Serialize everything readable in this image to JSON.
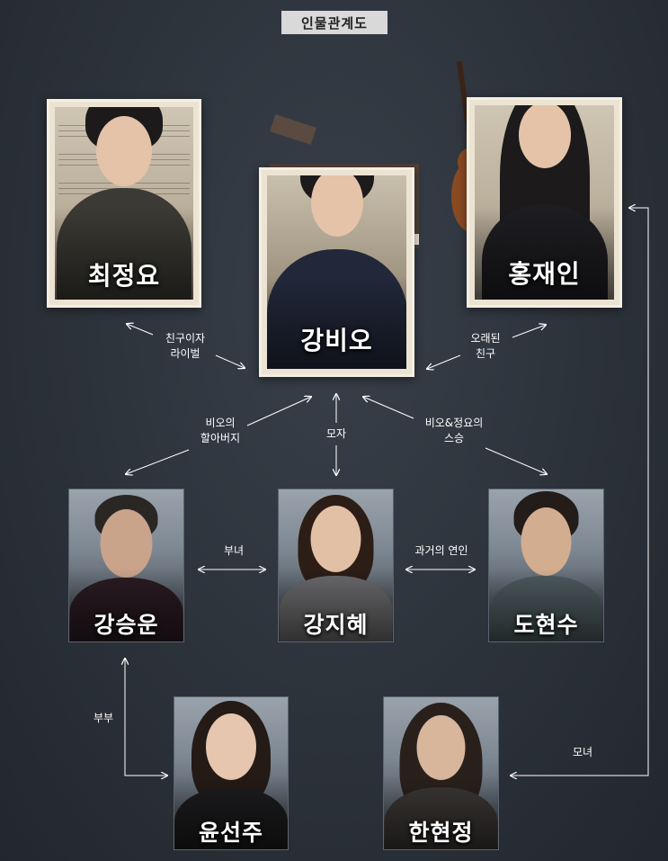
{
  "title": "인물관계도",
  "characters": {
    "choi_jeongyo": "최정요",
    "kang_bio": "강비오",
    "hong_jaein": "홍재인",
    "kang_seungun": "강승운",
    "kang_jihye": "강지혜",
    "do_hyeonsu": "도현수",
    "yun_seonju": "윤선주",
    "han_hyeonjeong": "한현정"
  },
  "relations": {
    "friend_rival_1": "친구이자",
    "friend_rival_2": "라이벌",
    "old_friend_1": "오래된",
    "old_friend_2": "친구",
    "grandfather_1": "비오의",
    "grandfather_2": "할아버지",
    "mother_son": "모자",
    "teacher_1": "비오&정요의",
    "teacher_2": "스승",
    "father_daughter": "부녀",
    "ex_lovers": "과거의 연인",
    "spouses": "부부",
    "mother_daughter": "모녀"
  },
  "colors": {
    "background": "#2c323a",
    "arrow": "#ffffff",
    "title_tag_bg": "#d9d9d9",
    "paper": "#ece3d2"
  }
}
